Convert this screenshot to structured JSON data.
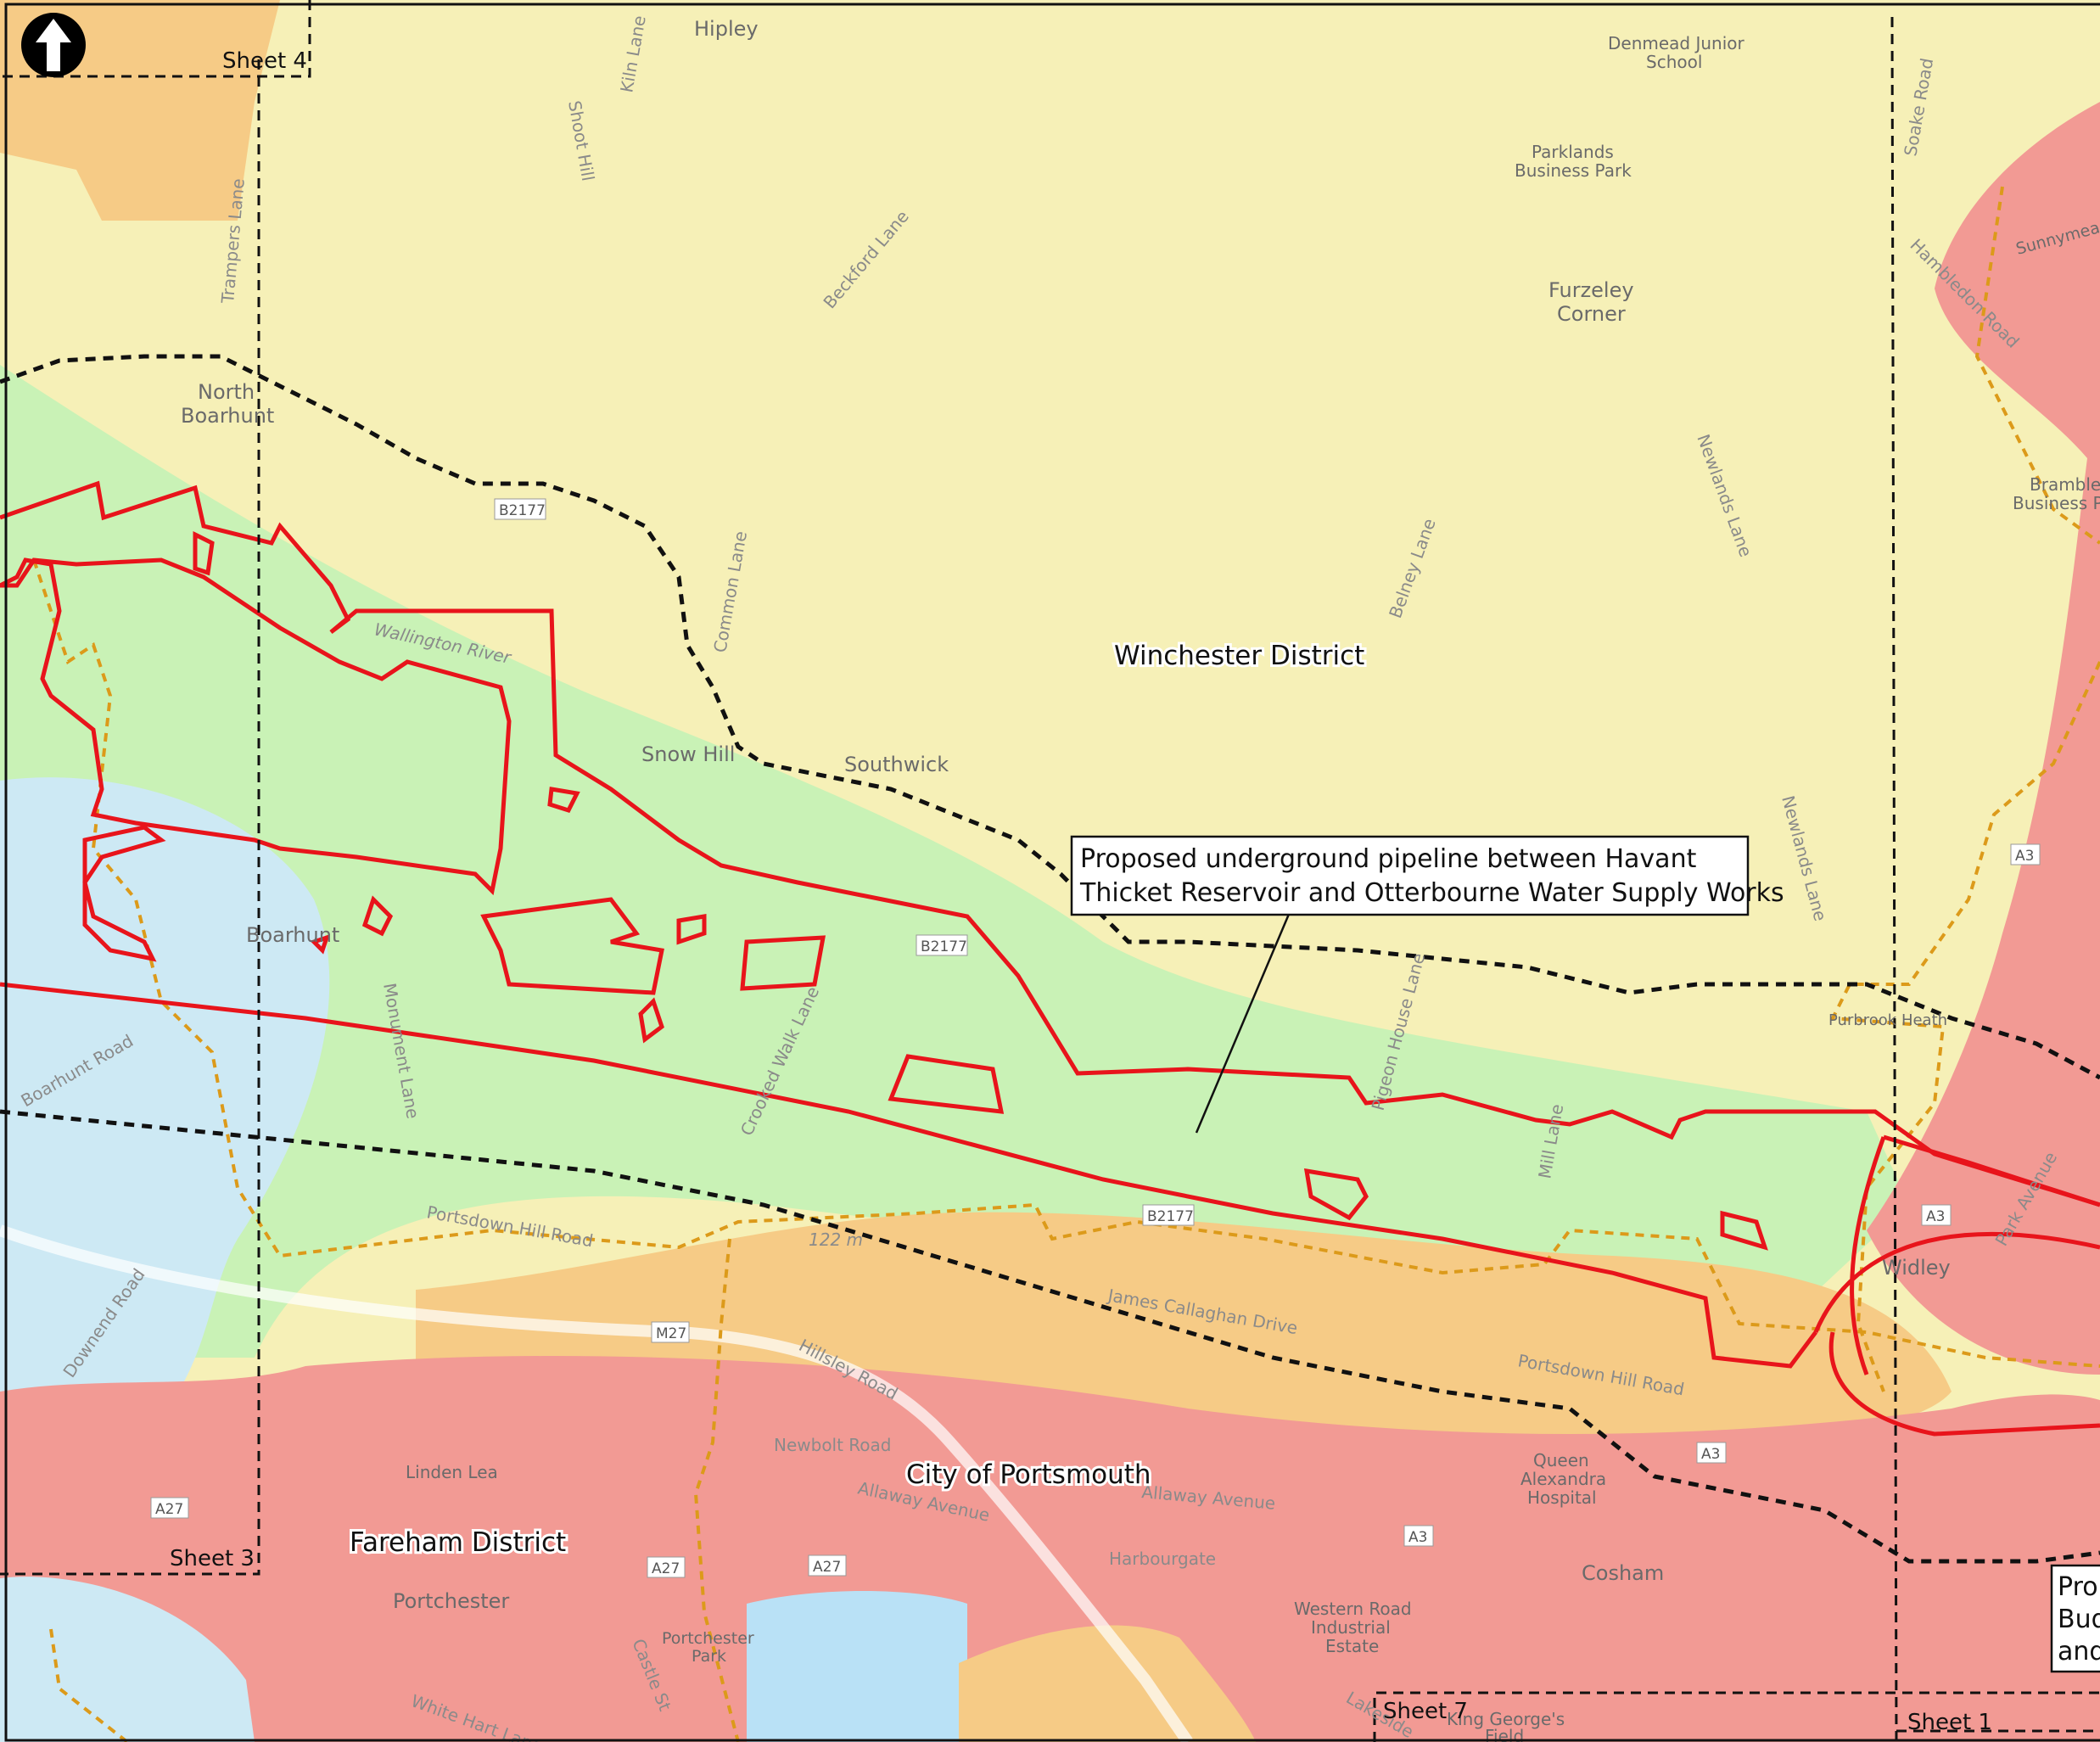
{
  "colors": {
    "yellow": "#f6f0b7",
    "green": "#c9f2b6",
    "orange": "#f6cb86",
    "red": "#f29a94",
    "blue": "#cde9f4",
    "water": "#b9e1f6",
    "pipeline": "#e8141b",
    "admin_boundary": "#000000",
    "orange_boundary": "#dc9a1a"
  },
  "icons": {
    "north": "north-arrow-icon"
  },
  "sheets": [
    {
      "id": "sheet4",
      "label": "Sheet 4"
    },
    {
      "id": "sheet3",
      "label": "Sheet 3"
    },
    {
      "id": "sheet7",
      "label": "Sheet 7"
    },
    {
      "id": "sheet1",
      "label": "Sheet 1"
    }
  ],
  "districts": {
    "winchester": "Winchester District",
    "portsmouth": "City of Portsmouth",
    "fareham": "Fareham District"
  },
  "places": {
    "hipley": "Hipley",
    "denmead1": "Denmead Junior",
    "denmead2": "School",
    "parklands1": "Parklands",
    "parklands2": "Business Park",
    "furzeley1": "Furzeley",
    "furzeley2": "Corner",
    "north1": "North",
    "north2": "Boarhunt",
    "snowhill": "Snow Hill",
    "southwick": "Southwick",
    "boarhunt": "Boarhunt",
    "purbrook": "Purbrook Heath",
    "widley": "Widley",
    "cosham": "Cosham",
    "portchester": "Portchester",
    "lindenlea": "Linden Lea",
    "queen1": "Queen",
    "queen2": "Alexandra",
    "queen3": "Hospital",
    "western1": "Western Road",
    "western2": "Industrial",
    "western3": "Estate",
    "pcpark1": "Portchester",
    "pcpark2": "Park",
    "kinggeorge1": "King George's",
    "kinggeorge2": "Field",
    "brambles1": "Brambles",
    "brambles2": "Business Pa",
    "sunnymead": "Sunnymea",
    "height": "122 m"
  },
  "roads": {
    "kiln": "Kiln Lane",
    "shoot": "Shoot Hill",
    "trampers": "Trampers Lane",
    "beckford": "Beckford Lane",
    "common": "Common Lane",
    "wallington": "Wallington River",
    "belney": "Belney Lane",
    "newlands1": "Newlands Lane",
    "newlands2": "Newlands Lane",
    "soake": "Soake Road",
    "hambledon": "Hambledon Road",
    "crooked": "Crooked Walk Lane",
    "monument": "Monument Lane",
    "boarhuntrd": "Boarhunt Road",
    "downend": "Downend Road",
    "portsdown1": "Portsdown Hill Road",
    "portsdown2": "Portsdown Hill Road",
    "james": "James Callaghan Drive",
    "hillsley": "Hillsley Road",
    "newbolt": "Newbolt Road",
    "allaway1": "Allaway Avenue",
    "allaway2": "Allaway Avenue",
    "harbourgate": "Harbourgate",
    "pigeon": "Pigeon House Lane",
    "mill": "Mill Lane",
    "park": "Park Avenue",
    "whitehart": "White Hart Lane",
    "castle": "Castle St",
    "lakeside": "Lakeside"
  },
  "shields": {
    "b2177a": "B2177",
    "b2177b": "B2177",
    "b2177c": "B2177",
    "m27": "M27",
    "a3a": "A3",
    "a3b": "A3",
    "a3c": "A3",
    "a3d": "A3",
    "a27a": "A27",
    "a27b": "A27",
    "a27c": "A27"
  },
  "callouts": {
    "pipeline_line1": "Proposed underground pipeline between Havant",
    "pipeline_line2": "Thicket Reservoir and Otterbourne Water Supply Works",
    "partial_line1": "Prop",
    "partial_line2": "Bud",
    "partial_line3": "and"
  }
}
